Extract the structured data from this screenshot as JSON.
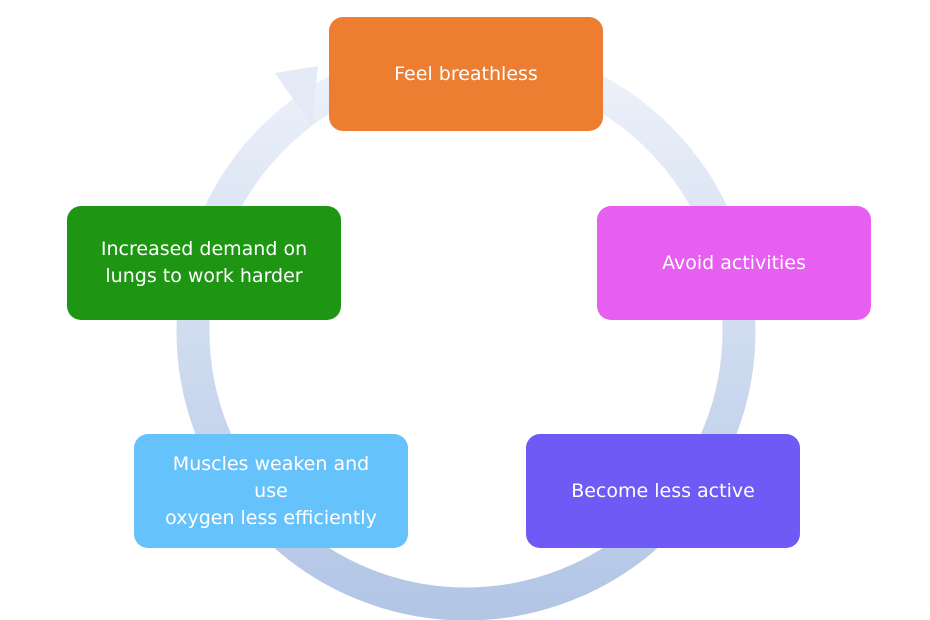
{
  "cycle": {
    "nodes": [
      {
        "label": "Feel breathless",
        "color": "#ED7D31"
      },
      {
        "label": "Avoid activities",
        "color": "#E65FF0"
      },
      {
        "label": "Become less active",
        "color": "#6F5AF6"
      },
      {
        "label": "Muscles weaken and use\noxygen less efficiently",
        "color": "#66C2FB"
      },
      {
        "label": "Increased demand on\nlungs to work harder",
        "color": "#1E9614"
      }
    ],
    "arrow_color_light": "#EEF2FA",
    "arrow_color_dark": "#B3C6E6"
  }
}
